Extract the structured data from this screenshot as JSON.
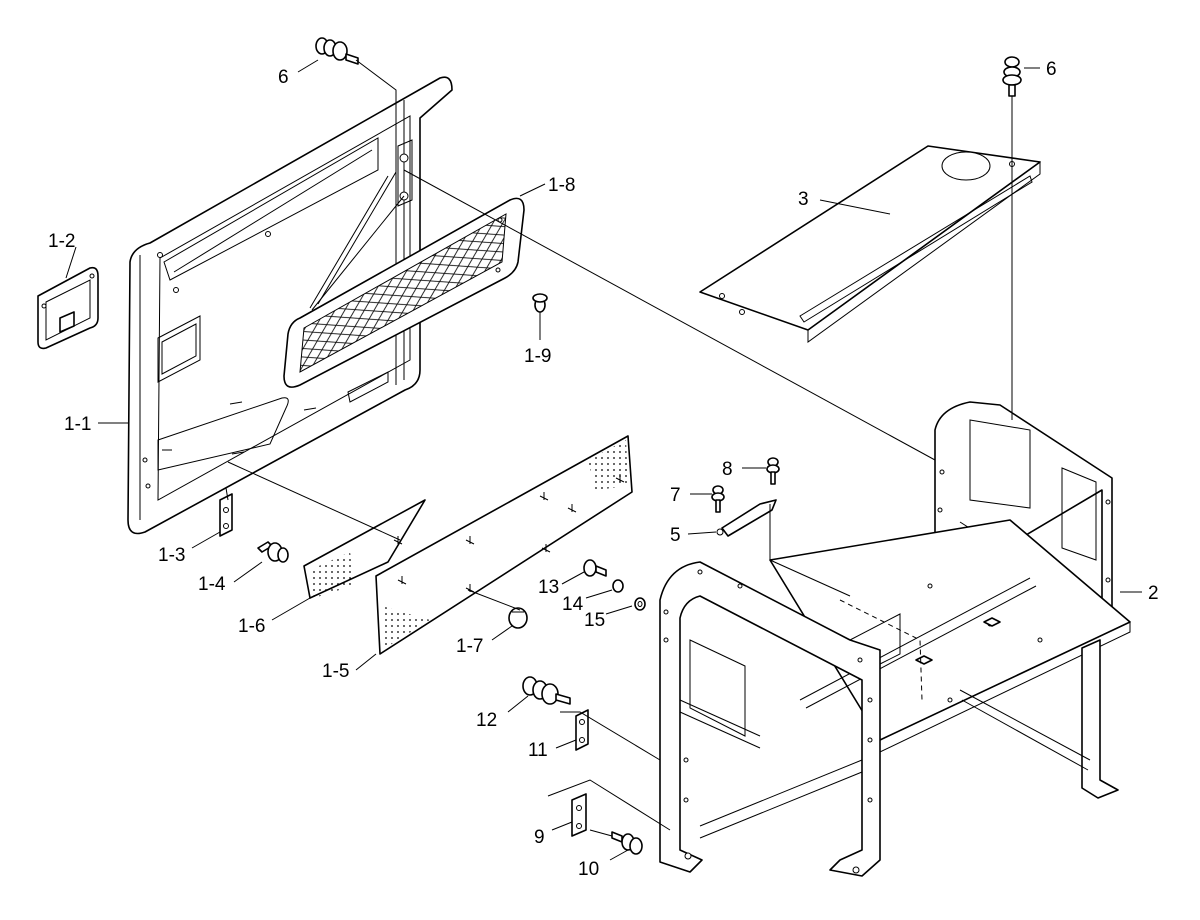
{
  "callouts": {
    "c6a": "6",
    "c6b": "6",
    "c1_8": "1-8",
    "c1_2": "1-2",
    "c3": "3",
    "c1_9": "1-9",
    "c1_1": "1-1",
    "c8": "8",
    "c7": "7",
    "c5": "5",
    "c1_3": "1-3",
    "c1_4": "1-4",
    "c13": "13",
    "c14": "14",
    "c15": "15",
    "c2": "2",
    "c1_6": "1-6",
    "c1_7": "1-7",
    "c1_5": "1-5",
    "c12": "12",
    "c11": "11",
    "c9": "9",
    "c10": "10"
  }
}
